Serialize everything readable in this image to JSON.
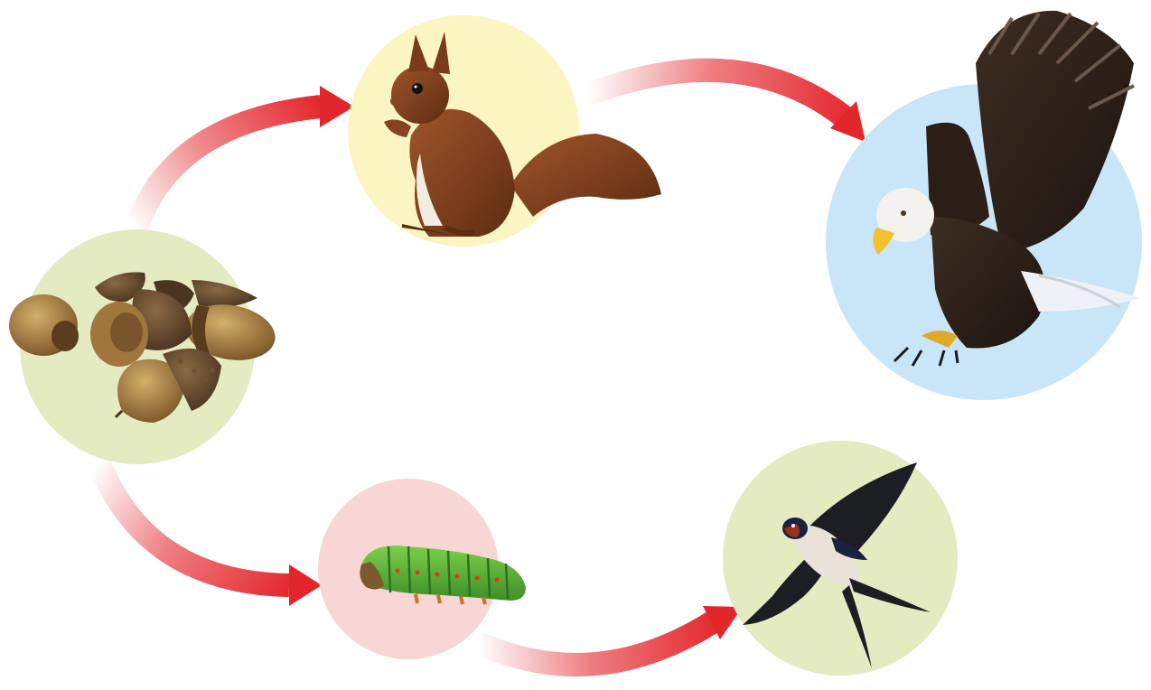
{
  "diagram": {
    "type": "food-web",
    "nodes": [
      {
        "id": "acorns",
        "icon": "acorns-icon",
        "circle_color": "#e5ebc1"
      },
      {
        "id": "squirrel",
        "icon": "squirrel-icon",
        "circle_color": "#fbf5c1"
      },
      {
        "id": "eagle",
        "icon": "bald-eagle-icon",
        "circle_color": "#c8e6f7"
      },
      {
        "id": "caterpillar",
        "icon": "caterpillar-icon",
        "circle_color": "#f8d6d6"
      },
      {
        "id": "swallow",
        "icon": "swallow-icon",
        "circle_color": "#e5ebc1"
      }
    ],
    "edges": [
      {
        "from": "acorns",
        "to": "squirrel"
      },
      {
        "from": "squirrel",
        "to": "eagle"
      },
      {
        "from": "acorns",
        "to": "caterpillar"
      },
      {
        "from": "caterpillar",
        "to": "swallow"
      }
    ],
    "arrow_color": "#e3262c"
  }
}
